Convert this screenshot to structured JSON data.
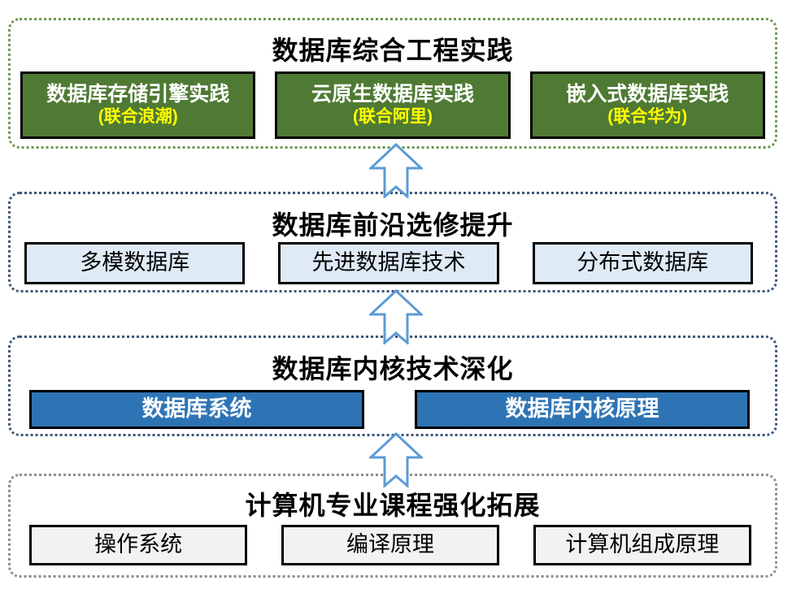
{
  "diagram": {
    "layers": [
      {
        "title": "数据库综合工程实践",
        "items": [
          {
            "name": "数据库存储引擎实践",
            "partner": "(联合浪潮)"
          },
          {
            "name": "云原生数据库实践",
            "partner": "(联合阿里)"
          },
          {
            "name": "嵌入式数据库实践",
            "partner": "(联合华为)"
          }
        ]
      },
      {
        "title": "数据库前沿选修提升",
        "items": [
          {
            "name": "多模数据库"
          },
          {
            "name": "先进数据库技术"
          },
          {
            "name": "分布式数据库"
          }
        ]
      },
      {
        "title": "数据库内核技术深化",
        "items": [
          {
            "name": "数据库系统"
          },
          {
            "name": "数据库内核原理"
          }
        ]
      },
      {
        "title": "计算机专业课程强化拓展",
        "items": [
          {
            "name": "操作系统"
          },
          {
            "name": "编译原理"
          },
          {
            "name": "计算机组成原理"
          }
        ]
      }
    ],
    "colors": {
      "practice_box_fill": "#4F7A33",
      "practice_partner_text": "#FFFF00",
      "practice_dotted_border": "#6B9A51",
      "elective_box_fill": "#DEEAF6",
      "kernel_box_fill": "#2E74B5",
      "foundation_box_fill": "#F2F2F2",
      "blue_dotted_border": "#3C5577",
      "gray_dotted_border": "#8C8C8C",
      "box_border": "#000000",
      "arrow_outline": "#5B9BD5",
      "arrow_fill": "#FFFFFF"
    }
  }
}
